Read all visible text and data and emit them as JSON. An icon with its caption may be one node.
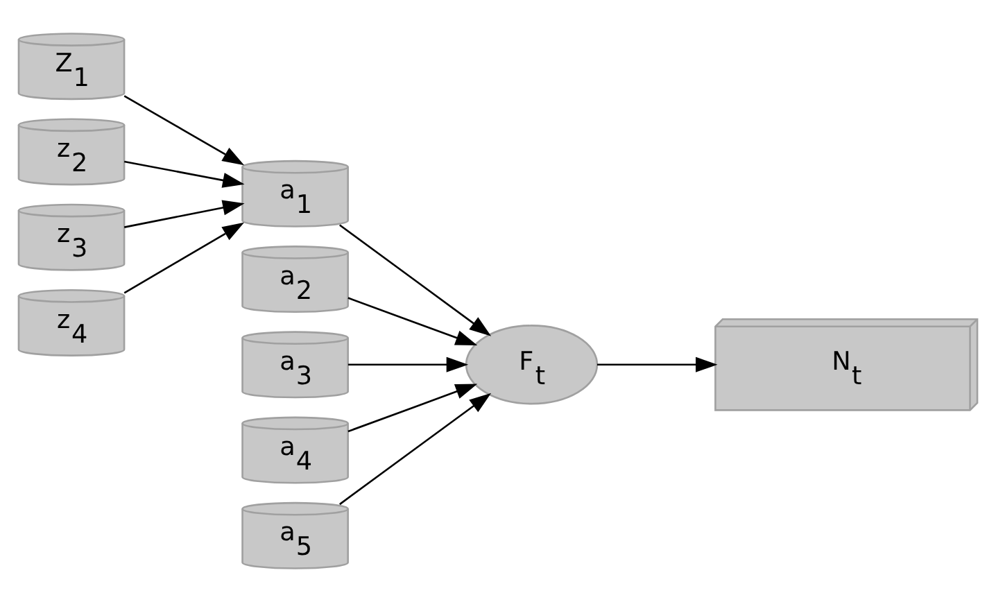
{
  "diagram": {
    "nodes": [
      {
        "text": [
          "Z$_{1}$"
        ]
      },
      {
        "text": [
          "z$_{2}$"
        ]
      },
      {
        "text": [
          "z$_{3}$"
        ]
      },
      {
        "text": [
          "z$_{4}$"
        ]
      },
      {
        "text": [
          "a$_{1}$"
        ]
      },
      {
        "text": [
          "a$_{2}$"
        ]
      },
      {
        "text": [
          "a$_{3}$"
        ]
      },
      {
        "text": [
          "a$_{4}$"
        ]
      },
      {
        "text": [
          "a$_{5}$"
        ]
      },
      {
        "text": [
          "F$_{t}$"
        ]
      },
      {
        "text": [
          "N$_{t}$"
        ]
      }
    ],
    "edges": [
      {
        "from": 0,
        "to": 4,
        "arrow": "to"
      },
      {
        "from": 1,
        "to": 4,
        "arrow": "to"
      },
      {
        "from": 2,
        "to": 4,
        "arrow": "to"
      },
      {
        "from": 3,
        "to": 4,
        "arrow": "to"
      },
      {
        "from": 4,
        "to": 9,
        "arrow": "to"
      },
      {
        "from": 5,
        "to": 9,
        "arrow": "to"
      },
      {
        "from": 6,
        "to": 9,
        "arrow": "to"
      },
      {
        "from": 7,
        "to": 9,
        "arrow": "to"
      },
      {
        "from": 8,
        "to": 9,
        "arrow": "to"
      },
      {
        "from": 9,
        "to": 10,
        "arrow": "to"
      }
    ]
  }
}
